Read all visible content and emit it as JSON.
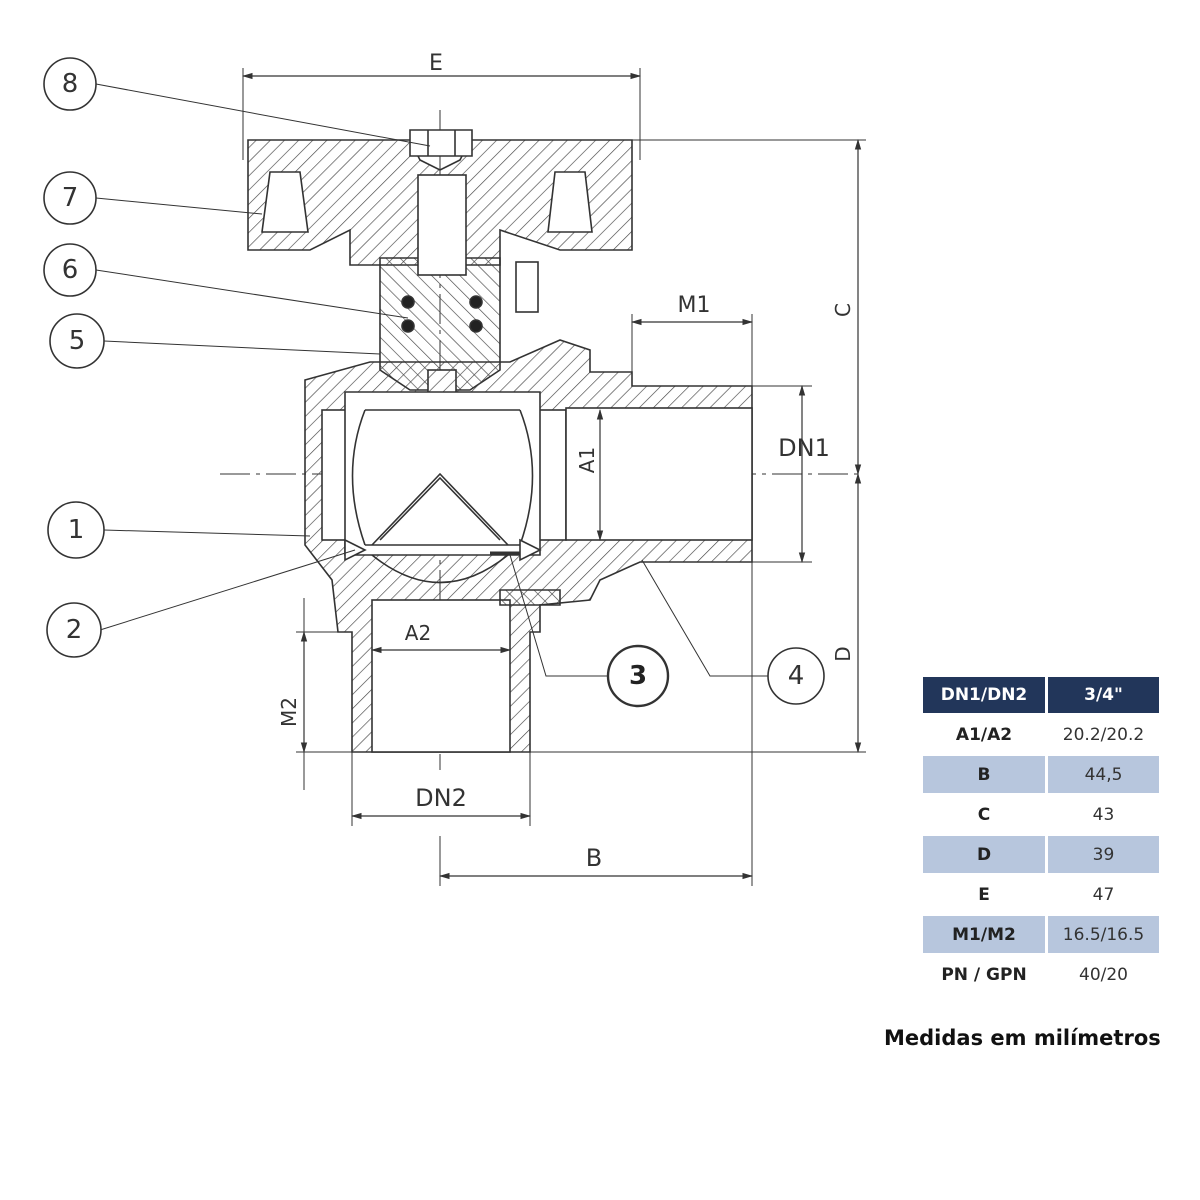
{
  "drawing": {
    "part_numbers": [
      "1",
      "2",
      "3",
      "4",
      "5",
      "6",
      "7",
      "8"
    ],
    "dimension_labels": {
      "E": "E",
      "C": "C",
      "D": "D",
      "B": "B",
      "M1": "M1",
      "M2": "M2",
      "A1": "A1",
      "A2": "A2",
      "DN1": "DN1",
      "DN2": "DN2"
    }
  },
  "spec_table": {
    "header": {
      "key": "DN1/DN2",
      "value": "3/4\""
    },
    "rows": [
      {
        "key": "A1/A2",
        "value": "20.2/20.2",
        "shaded": false
      },
      {
        "key": "B",
        "value": "44,5",
        "shaded": true
      },
      {
        "key": "C",
        "value": "43",
        "shaded": false
      },
      {
        "key": "D",
        "value": "39",
        "shaded": true
      },
      {
        "key": "E",
        "value": "47",
        "shaded": false
      },
      {
        "key": "M1/M2",
        "value": "16.5/16.5",
        "shaded": true
      },
      {
        "key": "PN / GPN",
        "value": "40/20",
        "shaded": false
      }
    ],
    "footnote": "Medidas em milímetros"
  },
  "colors": {
    "line": "#333333",
    "table_header": "#22365a",
    "table_shaded": "#b7c6dd"
  }
}
